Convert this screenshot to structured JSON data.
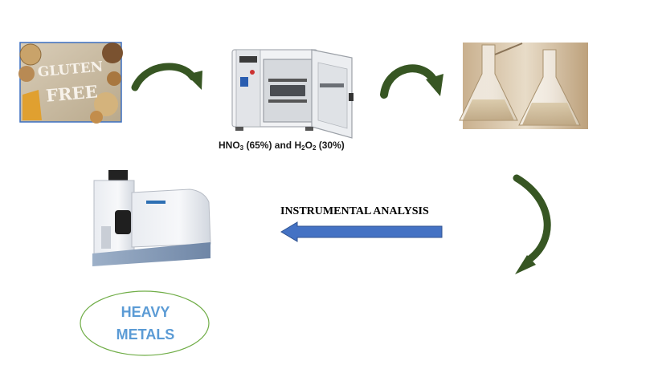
{
  "step1": {
    "photo_text_line1": "GLUTEN",
    "photo_text_line2": "FREE"
  },
  "step2": {
    "reagent_label": {
      "p1": "HNO",
      "s1": "3",
      "p2": " (65%) and H",
      "s2": "2",
      "p3": "O",
      "s3": "2",
      "p4": " (30%)"
    }
  },
  "analysis": {
    "label": "INSTRUMENTAL ANALYSIS"
  },
  "result": {
    "line1": "HEAVY",
    "line2": "METALS"
  },
  "colors": {
    "curved_arrow": "#375623",
    "straight_arrow_fill": "#4472c4",
    "straight_arrow_stroke": "#2f528f",
    "ellipse_stroke": "#70ad47",
    "result_text": "#5b9bd5"
  }
}
